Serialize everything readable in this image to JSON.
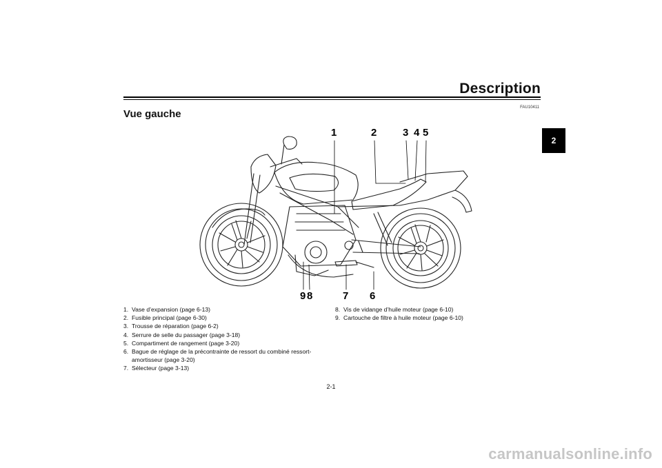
{
  "header": {
    "chapter_title": "Description",
    "chapter_tab": "2",
    "section_code": "FAU10411",
    "section_title": "Vue gauche"
  },
  "diagram": {
    "callouts_top": [
      "1",
      "2",
      "3",
      "4",
      "5"
    ],
    "callouts_bottom": [
      "9",
      "8",
      "7",
      "6"
    ]
  },
  "legend": {
    "left": [
      {
        "num": "1.",
        "text": "Vase d’expansion (page 6-13)"
      },
      {
        "num": "2.",
        "text": "Fusible principal (page 6-30)"
      },
      {
        "num": "3.",
        "text": "Trousse de réparation (page 6-2)"
      },
      {
        "num": "4.",
        "text": "Serrure de selle du passager (page 3-18)"
      },
      {
        "num": "5.",
        "text": "Compartiment de rangement (page 3-20)"
      },
      {
        "num": "6.",
        "text": "Bague de réglage de la précontrainte de ressort du combiné ressort-amortisseur (page 3-20)"
      },
      {
        "num": "7.",
        "text": "Sélecteur (page 3-13)"
      }
    ],
    "right": [
      {
        "num": "8.",
        "text": "Vis de vidange d’huile moteur (page 6-10)"
      },
      {
        "num": "9.",
        "text": "Cartouche de filtre à huile moteur (page 6-10)"
      }
    ]
  },
  "footer": {
    "page_number": "2-1",
    "watermark": "carmanualsonline.info"
  }
}
